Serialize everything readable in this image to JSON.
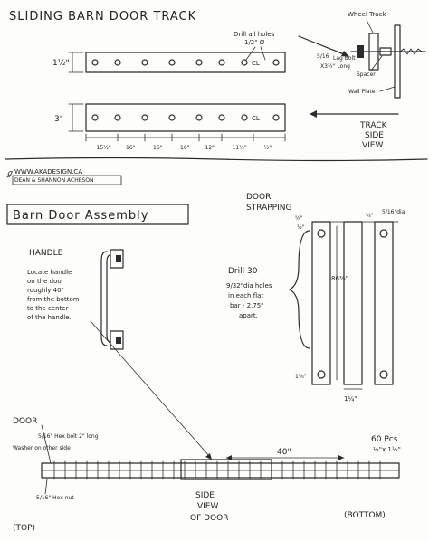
{
  "track": {
    "title": "SLIDING BARN DOOR TRACK",
    "dim_height_top": "1½\"",
    "dim_height_bottom": "3\"",
    "drill_note": "Drill all holes",
    "drill_note_size": "1/2\" Ø",
    "cl_top": "CL",
    "cl_bottom": "CL",
    "spacings": [
      "15½\"",
      "16\"",
      "16\"",
      "16\"",
      "12\"",
      "11½\"",
      "½\""
    ]
  },
  "side_view": {
    "wheel_track": "Wheel Track",
    "lag_bolt_size": "5/16",
    "lag_bolt_label": "Lag Bolt",
    "lag_bolt_length": "X3½\" Long",
    "spacer": "Spacer",
    "wall_plate": "Wall Plate",
    "caption_1": "TRACK",
    "caption_2": "SIDE",
    "caption_3": "VIEW"
  },
  "credit": {
    "website": "WWW.AKADESIGN.CA",
    "names": "DEAN & SHANNON ACHESON"
  },
  "assembly": {
    "title": "Barn Door Assembly"
  },
  "handle": {
    "title": "HANDLE",
    "note_lines": [
      "Locate handle",
      "on the door",
      "roughly 40\"",
      "from the bottom",
      "to the center",
      "of the handle."
    ]
  },
  "strapping": {
    "title_1": "DOOR",
    "title_2": "STRAPPING",
    "top_edge": "⅝\"",
    "top_edge_sub": "½\"",
    "top_edge_right": "¾\"",
    "hole_dia": "5/16\"dia",
    "length": "86⅜\"",
    "bottom_edge": "1⅜\"",
    "width": "1¼\"",
    "drill_title": "Drill 30",
    "drill_lines": [
      "9/32\"dia holes",
      "in each flat",
      "bar - 2.75\"",
      "apart."
    ]
  },
  "door": {
    "title": "DOOR",
    "bolt_note": "5/16\" Hex bolt 2\" long",
    "washer_note": "Washer on other side",
    "hexnut_note": "5/16\" Hex nut",
    "dim_40": "40\"",
    "pcs": "60 Pcs",
    "pcs_size": "¼\"x 1½\"",
    "side_view_1": "SIDE",
    "side_view_2": "VIEW",
    "side_view_3": "OF DOOR",
    "top": "(TOP)",
    "bottom": "(BOTTOM)"
  }
}
